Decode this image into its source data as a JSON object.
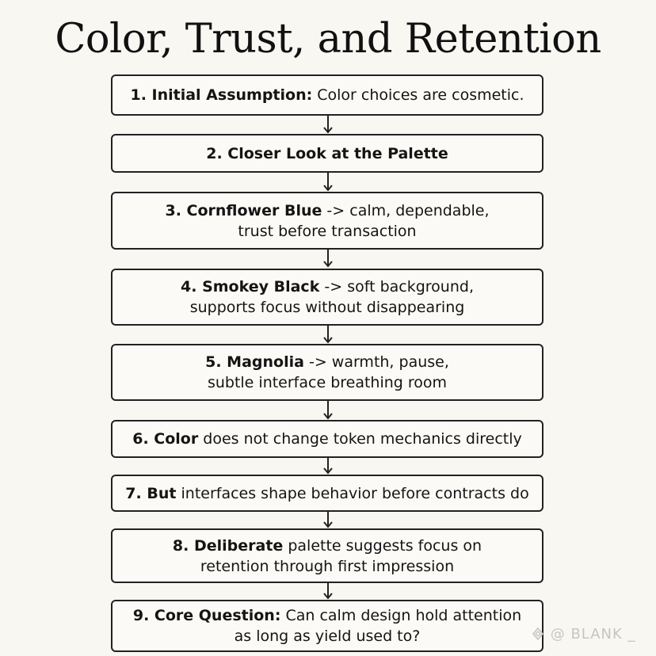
{
  "title": "Color, Trust, and Retention",
  "steps": [
    {
      "line1_bold": "1. Initial Assumption:",
      "line1_rest": " Color choices are cosmetic.",
      "line2": ""
    },
    {
      "line1_bold": "2. Closer Look at the Palette",
      "line1_rest": "",
      "line2": ""
    },
    {
      "line1_bold": "3. Cornflower Blue",
      "line1_rest": " -> calm, dependable,",
      "line2": "trust before transaction"
    },
    {
      "line1_bold": "4. Smokey Black",
      "line1_rest": " -> soft background,",
      "line2": "supports focus without disappearing"
    },
    {
      "line1_bold": "5. Magnolia",
      "line1_rest": " -> warmth, pause,",
      "line2": "subtle interface breathing room"
    },
    {
      "line1_bold": "6. Color",
      "line1_rest": " does not change token mechanics directly",
      "line2": ""
    },
    {
      "line1_bold": "7. But",
      "line1_rest": " interfaces shape behavior before contracts do",
      "line2": ""
    },
    {
      "line1_bold": "8. Deliberate",
      "line1_rest": " palette suggests focus on",
      "line2": "retention through first impression"
    },
    {
      "line1_bold": "9. Core Question:",
      "line1_rest": " Can calm design hold attention",
      "line2": "as long as yield used to?"
    }
  ],
  "watermark": {
    "text": "@ BLANK _",
    "icon": "watermark-logo-icon"
  }
}
